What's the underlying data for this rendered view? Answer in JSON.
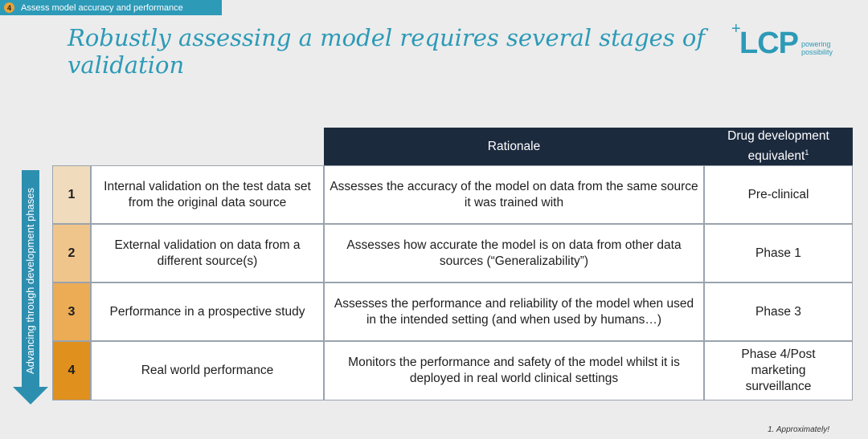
{
  "section_tag": {
    "number": "4",
    "label": "Assess model accuracy and performance"
  },
  "title": "Robustly assessing a model requires several stages of validation",
  "logo": {
    "letters": "LCP",
    "tagline_line1": "powering",
    "tagline_line2": "possibility",
    "brand_color": "#2c9ab7"
  },
  "side_label": "Advancing through development phases",
  "table": {
    "headers": {
      "rationale": "Rationale",
      "drug_line1": "Drug development",
      "drug_line2": "equivalent",
      "drug_sup": "1"
    },
    "rows": [
      {
        "num": "1",
        "stage": "Internal validation on the test data set from the original data source",
        "rationale": "Assesses the accuracy of the model on data from the same source it was trained with",
        "equivalent": "Pre-clinical",
        "color": "#f0dcbc"
      },
      {
        "num": "2",
        "stage": "External validation on data from a different source(s)",
        "rationale": "Assesses how accurate the model is on data from other data sources (“Generalizability”)",
        "equivalent": "Phase 1",
        "color": "#f0c58b"
      },
      {
        "num": "3",
        "stage": "Performance in a prospective study",
        "rationale": "Assesses the performance and reliability of the model when used in the intended setting (and when used by humans…)",
        "equivalent": "Phase 3",
        "color": "#ebac55"
      },
      {
        "num": "4",
        "stage": "Real world performance",
        "rationale": "Monitors the performance and safety of the model whilst it is deployed in real world clinical settings",
        "equivalent": "Phase 4/Post marketing surveillance",
        "color": "#e0901d"
      }
    ]
  },
  "footnote": "1. Approximately!",
  "colors": {
    "header_bg": "#1c2a3e",
    "accent": "#2c9ab7",
    "arrow": "#2d8fb0"
  }
}
